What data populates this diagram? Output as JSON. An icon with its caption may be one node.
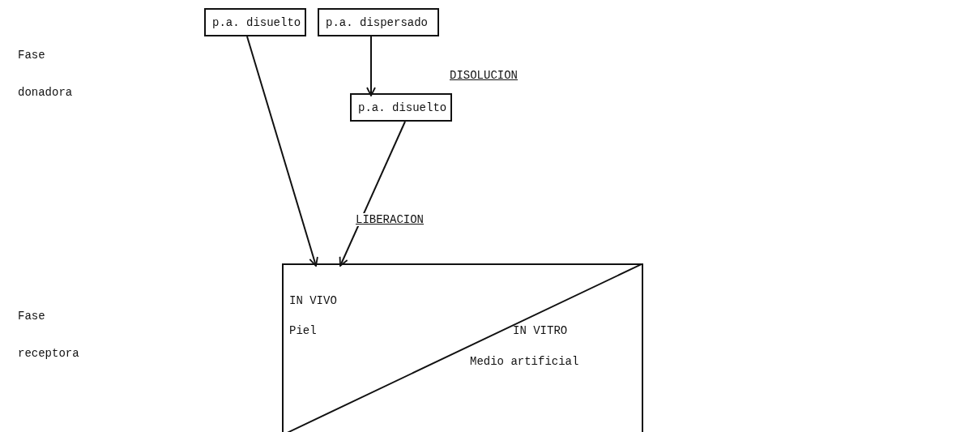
{
  "diagram": {
    "nodes": [
      {
        "text": [
          "p.a. disuelto"
        ]
      },
      {
        "text": [
          "p.a. dispersado"
        ]
      },
      {
        "text": [
          "p.a. disuelto"
        ]
      },
      {
        "text": [],
        "shape": "box"
      },
      {
        "text": [
          "IN VIVO",
          "Piel"
        ],
        "in": 3
      },
      {
        "text": [
          "IN VITRO",
          "Medio artificial"
        ],
        "in": 3
      }
    ],
    "edges": [
      {
        "from": 0,
        "to": 3,
        "arrow": "to"
      },
      {
        "from": 1,
        "to": 2,
        "arrow": "to"
      },
      {
        "from": 2,
        "to": 3,
        "arrow": "to"
      }
    ],
    "labels": [
      "Fase donadora",
      "DISOLUCION",
      "LIBERACION",
      "Fase receptora"
    ]
  }
}
